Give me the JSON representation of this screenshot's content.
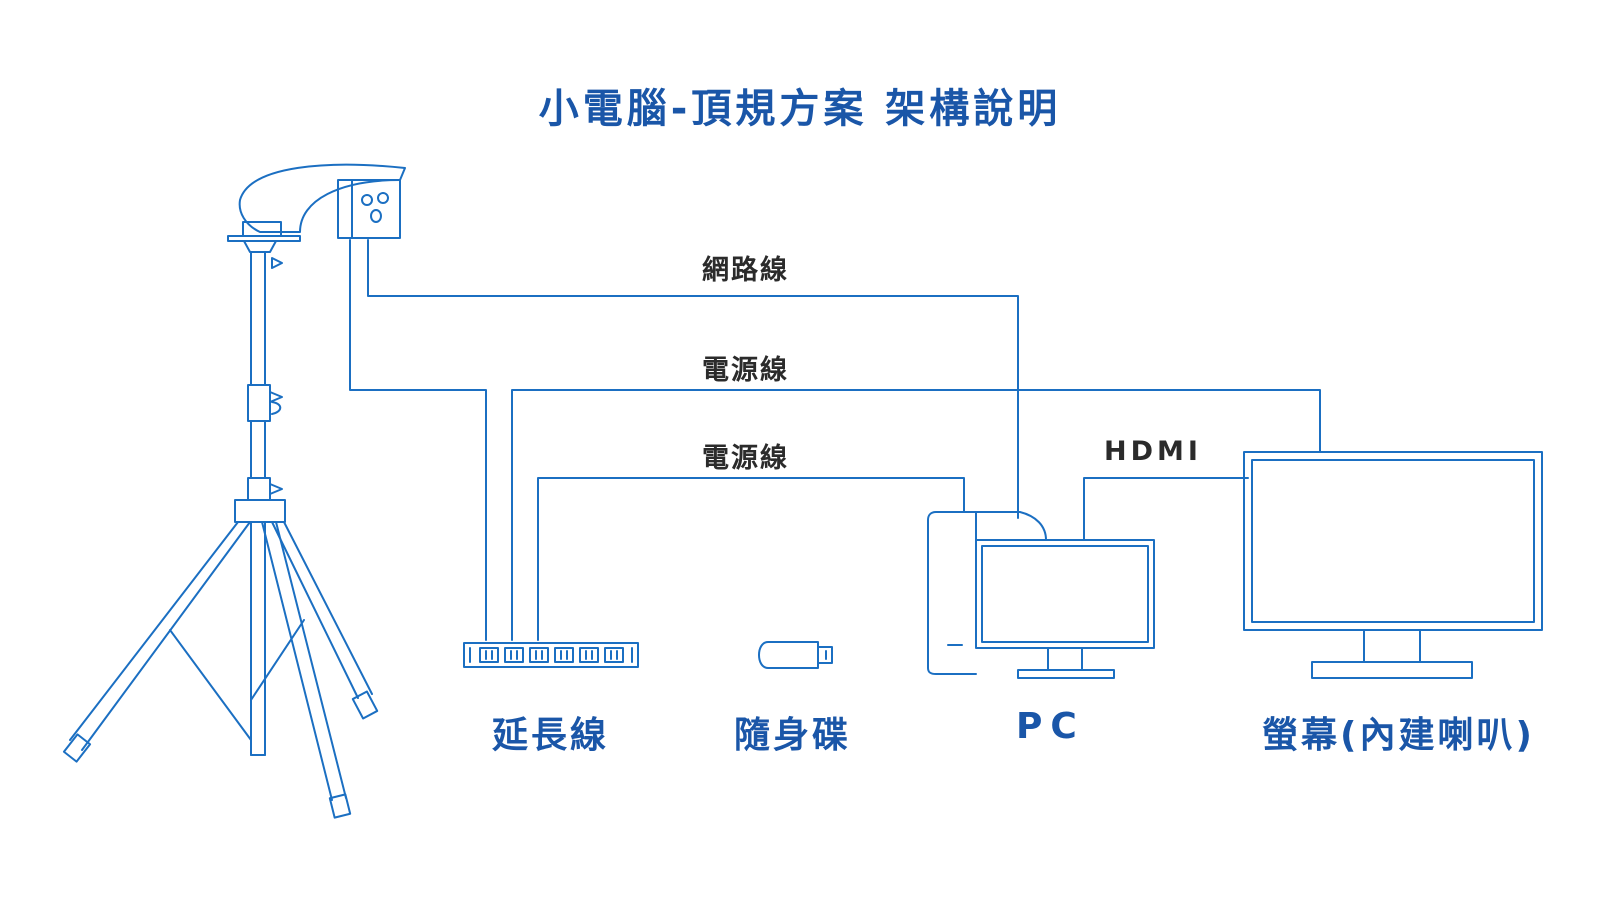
{
  "title": "小電腦-頂規方案 架構說明",
  "cables": {
    "network": "網路線",
    "power_1": "電源線",
    "power_2": "電源線",
    "hdmi": "HDMI"
  },
  "devices": {
    "power_strip": "延長線",
    "usb_drive": "隨身碟",
    "pc": "PC",
    "monitor": "螢幕(內建喇叭)"
  },
  "colors": {
    "line": "#1b6fc2",
    "title": "#1a56a8",
    "cable_text": "#2b2b2b"
  }
}
